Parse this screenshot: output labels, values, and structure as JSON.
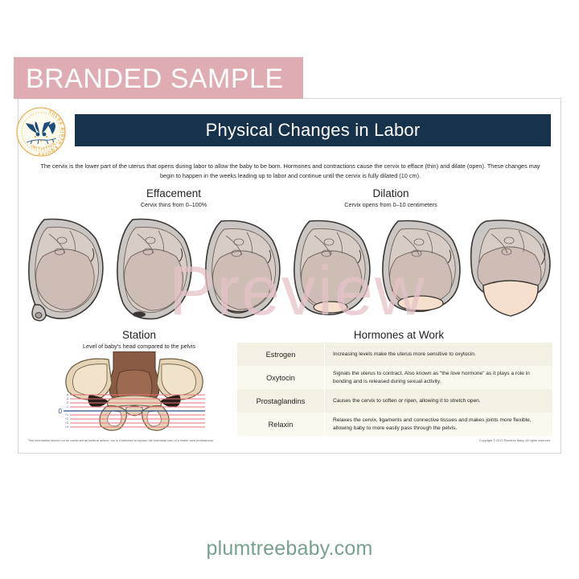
{
  "banner": {
    "label": "BRANDED SAMPLE",
    "color": "#e0acb4"
  },
  "logo": {
    "name": "tulsa-birth-equity-initiative-logo",
    "ring_text_top": "TULSA BIRTH EQUITY",
    "ring_text_bottom": "INITIATIVE",
    "colors": {
      "ring": "#e8a33d",
      "bird": "#1d4e79",
      "field": "#fdfbee"
    }
  },
  "header": {
    "title": "Physical Changes in Labor",
    "bar_color": "#17324b"
  },
  "intro": {
    "text": "The cervix is the lower part of the uterus that opens during labor to allow the baby to be born. Hormones and contractions cause the cervix to efface (thin) and dilate (open). These changes may begin to happen in the weeks leading up to labor and continue until the cervix is fully dilated (10 cm)."
  },
  "sections": {
    "effacement": {
      "title": "Effacement",
      "subtitle": "Cervix thins from 0–100%"
    },
    "dilation": {
      "title": "Dilation",
      "subtitle": "Cervix opens from 0–10 centimeters"
    },
    "station": {
      "title": "Station",
      "subtitle": "Level of baby's head compared to the pelvis"
    },
    "hormones": {
      "title": "Hormones at Work"
    }
  },
  "illustrations": {
    "uterus_count": 6,
    "caption": "Six side-view uterus illustrations showing progressive effacement then dilation of the cervix"
  },
  "station_scale": {
    "zero_label": "0",
    "above_labels": [
      "-4",
      "-3",
      "-2",
      "-1"
    ],
    "below_labels": [
      "+1",
      "+2",
      "+3",
      "+4"
    ],
    "line_color": "#e8727a",
    "zero_color": "#2a4e8f"
  },
  "watermark": {
    "text": "Preview",
    "color": "#e6c3c8"
  },
  "hormones_table": {
    "rows": [
      {
        "name": "Estrogen",
        "desc": "Increasing levels make the uterus more sensitive to oxytocin."
      },
      {
        "name": "Oxytocin",
        "desc": "Signals the uterus to contract. Also known as “the love hormone” as it plays a role in bonding and is released during sexual activity."
      },
      {
        "name": "Prostaglandins",
        "desc": "Causes the cervix to soften or ripen, allowing it to stretch open."
      },
      {
        "name": "Relaxin",
        "desc": "Relaxes the cervix, ligaments and connective tissues and makes joints more flexible, allowing baby to more easily pass through the pelvis."
      }
    ]
  },
  "footer": {
    "disclaimer": "This information should not be construed as medical advice, nor is it intended to replace the individual care of a health care professional.",
    "copyright": "Copyright © 2023 Plumtree Baby. All rights reserved."
  },
  "site": {
    "url": "plumtreebaby.com",
    "color": "#77a08d"
  }
}
